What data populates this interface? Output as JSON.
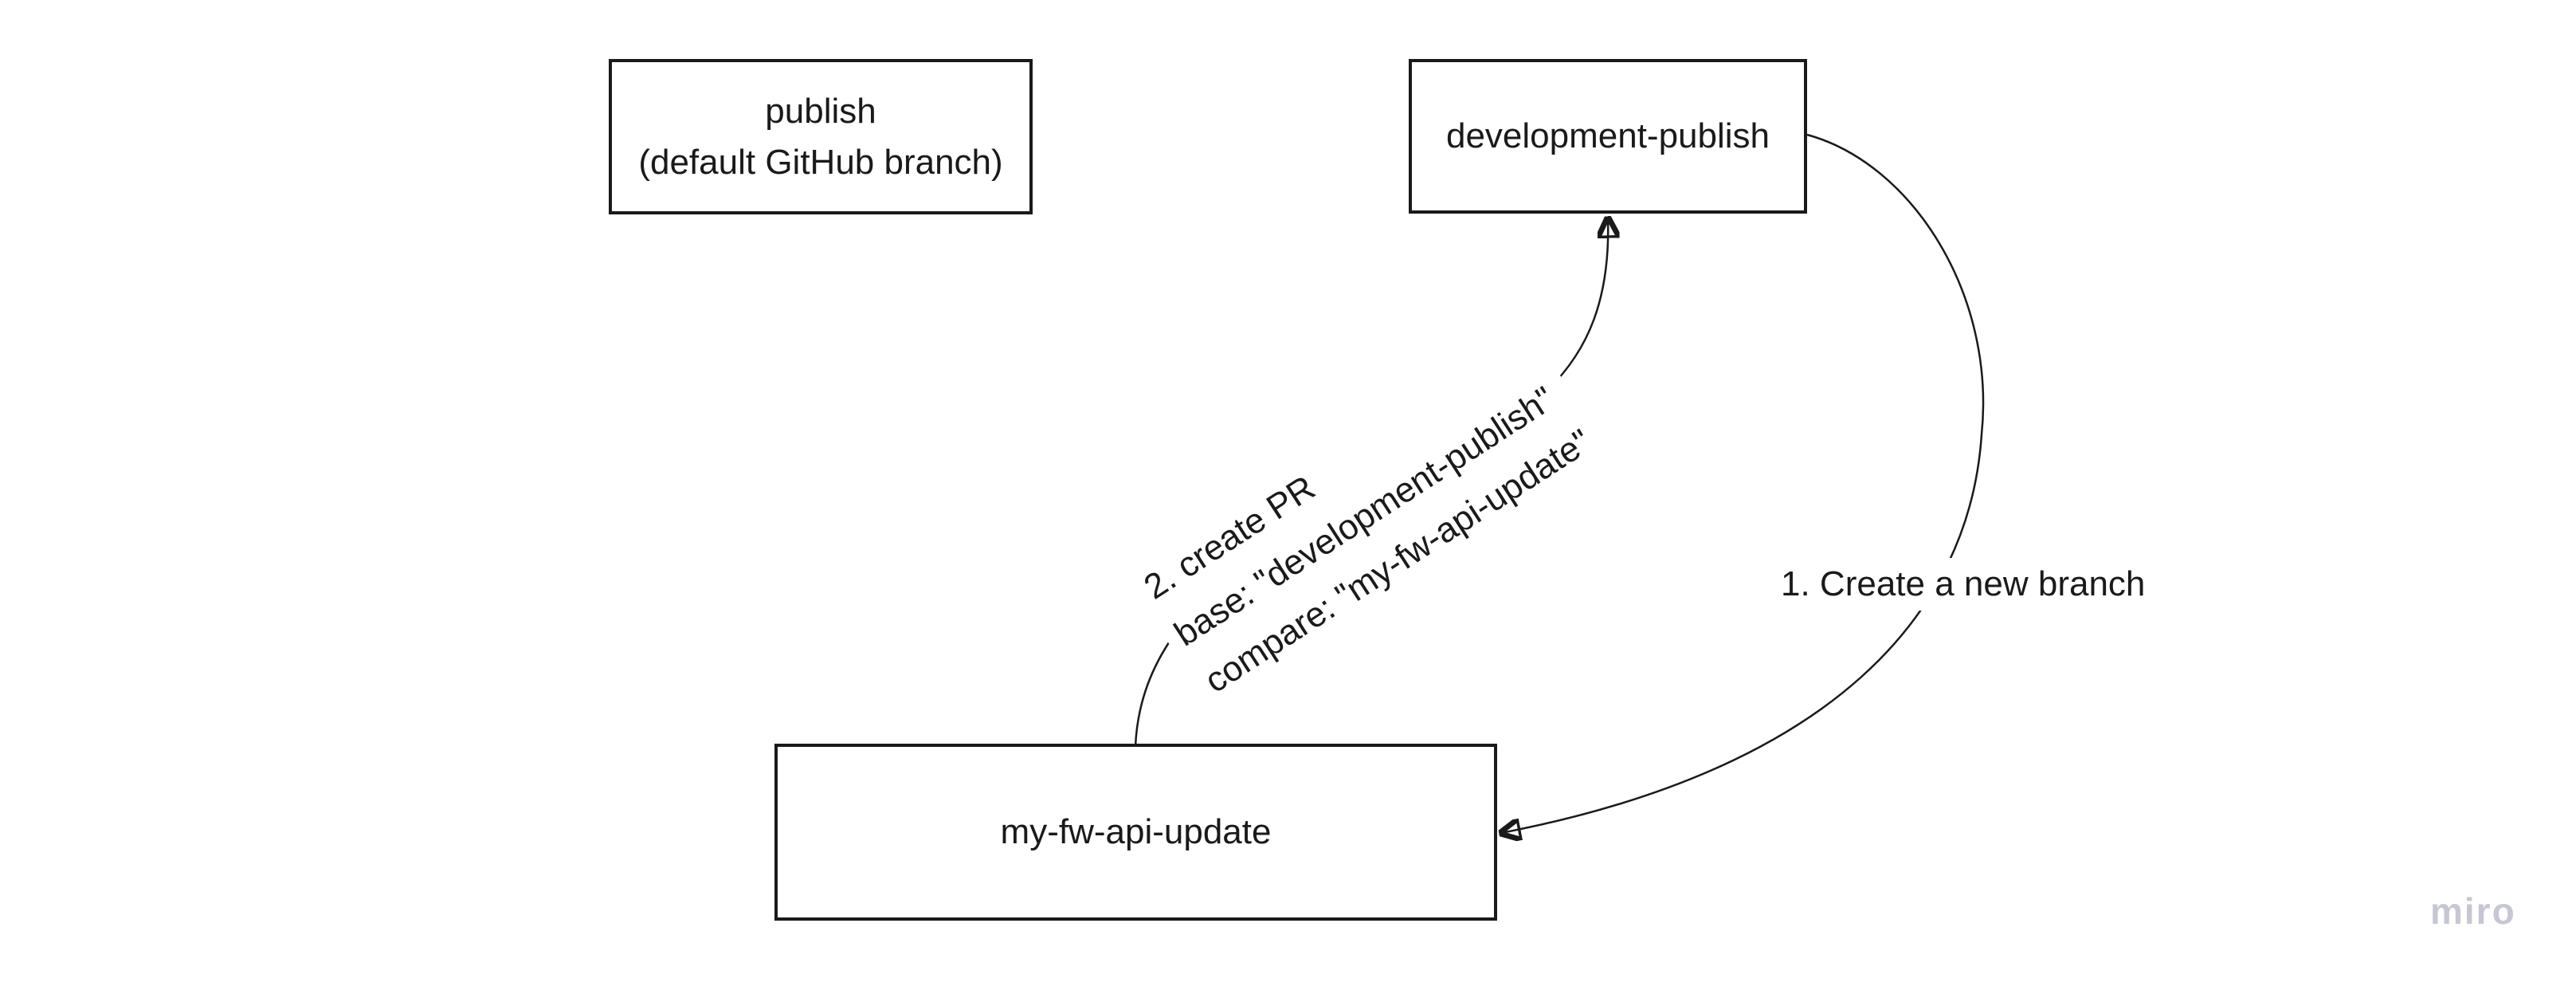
{
  "colors": {
    "ink": "#1a1a1a",
    "background": "#ffffff",
    "watermark": "#c7c7d3"
  },
  "diagram": {
    "boxes": {
      "publish": {
        "line1": "publish",
        "line2": "(default GitHub branch)"
      },
      "development_publish": {
        "label": "development-publish"
      },
      "my_fw_api_update": {
        "label": "my-fw-api-update"
      }
    },
    "connectors": {
      "create_branch": {
        "label": "1. Create a new branch",
        "from": "development-publish",
        "to": "my-fw-api-update"
      },
      "create_pr": {
        "line1": "2. create PR",
        "line2": "base: \"development-publish\"",
        "line3": "compare: \"my-fw-api-update\"",
        "from": "my-fw-api-update",
        "to": "development-publish"
      }
    }
  },
  "watermark": {
    "text": "miro"
  }
}
